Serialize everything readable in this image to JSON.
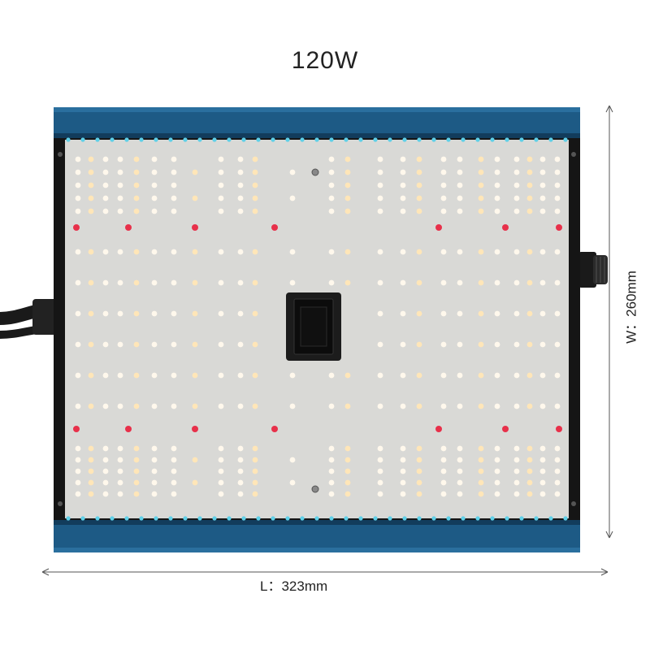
{
  "title": "120W",
  "dimensions": {
    "length_label": "L：323mm",
    "width_label": "W：260mm"
  },
  "colors": {
    "frame_blue": "#1d5a85",
    "frame_blue_dark": "#123c5c",
    "board": "#d9d9d6",
    "led_warm": "#ffe6b8",
    "led_white": "#fff8ec",
    "led_red": "#e8304a",
    "led_edge_cyan": "#5fd0e8",
    "cord": "#1a1a1a"
  }
}
